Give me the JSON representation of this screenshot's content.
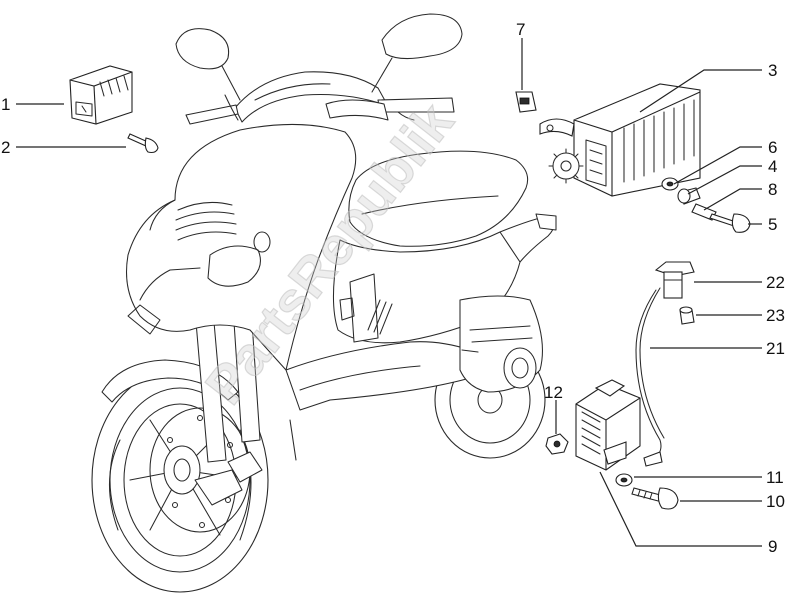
{
  "watermark": {
    "text": "PartsRepublik"
  },
  "callouts": [
    {
      "id": "1",
      "label": "1"
    },
    {
      "id": "2",
      "label": "2"
    },
    {
      "id": "3",
      "label": "3"
    },
    {
      "id": "4",
      "label": "4"
    },
    {
      "id": "5",
      "label": "5"
    },
    {
      "id": "6",
      "label": "6"
    },
    {
      "id": "7",
      "label": "7"
    },
    {
      "id": "8",
      "label": "8"
    },
    {
      "id": "9",
      "label": "9"
    },
    {
      "id": "10",
      "label": "10"
    },
    {
      "id": "11",
      "label": "11"
    },
    {
      "id": "12",
      "label": "12"
    },
    {
      "id": "21",
      "label": "21"
    },
    {
      "id": "22",
      "label": "22"
    },
    {
      "id": "23",
      "label": "23"
    }
  ]
}
